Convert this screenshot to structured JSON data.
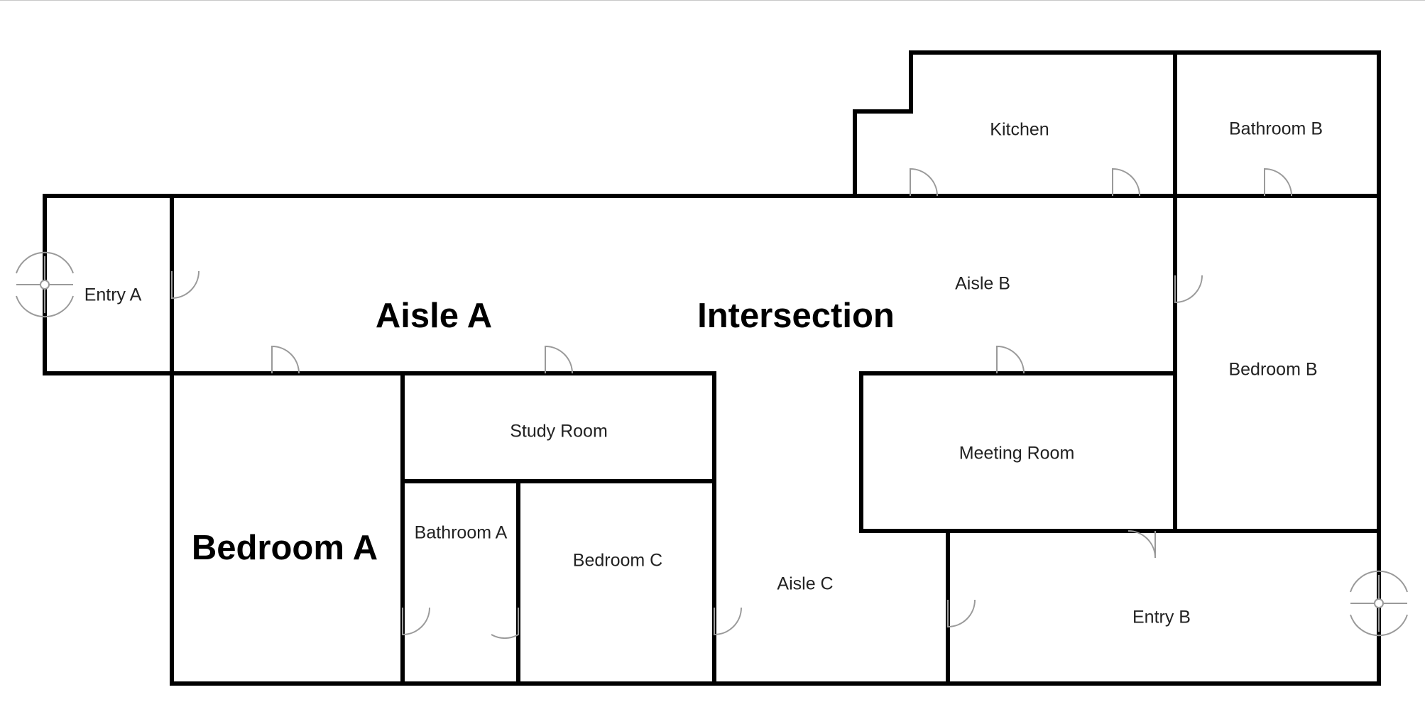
{
  "floor_plan": {
    "rooms": {
      "kitchen": "Kitchen",
      "bathroom_b": "Bathroom B",
      "entry_a": "Entry A",
      "aisle_a": "Aisle A",
      "intersection": "Intersection",
      "aisle_b": "Aisle B",
      "bedroom_b": "Bedroom B",
      "study_room": "Study Room",
      "meeting_room": "Meeting Room",
      "bedroom_a": "Bedroom A",
      "bathroom_a": "Bathroom A",
      "bedroom_c": "Bedroom C",
      "aisle_c": "Aisle C",
      "entry_b": "Entry B"
    }
  },
  "colors": {
    "wall": "#000000",
    "door": "#9a9a9a",
    "label": "#222222",
    "background": "#ffffff"
  }
}
